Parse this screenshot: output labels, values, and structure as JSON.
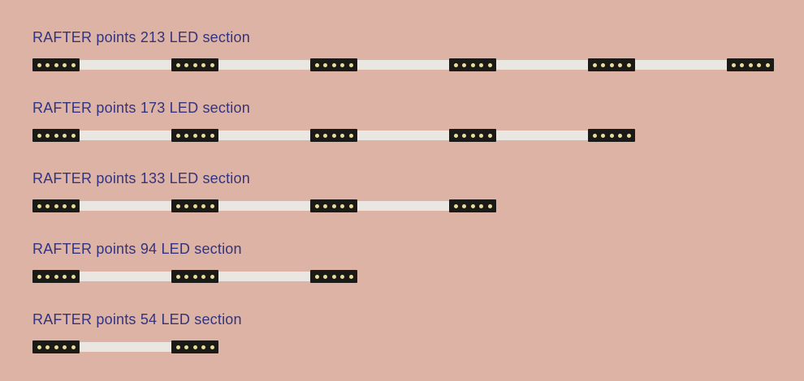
{
  "colors": {
    "background": "#dcb3a5",
    "title_text": "#34347e",
    "segment": "#1b1a16",
    "led_dot": "#e7dd9c",
    "track": "#eae7e3"
  },
  "leds_per_segment": 5,
  "rows": [
    {
      "title": "RAFTER points 213 LED section",
      "segments": 6
    },
    {
      "title": "RAFTER points 173 LED section",
      "segments": 5
    },
    {
      "title": "RAFTER points 133 LED section",
      "segments": 4
    },
    {
      "title": "RAFTER points 94 LED section",
      "segments": 3
    },
    {
      "title": "RAFTER points 54 LED section",
      "segments": 2
    }
  ]
}
